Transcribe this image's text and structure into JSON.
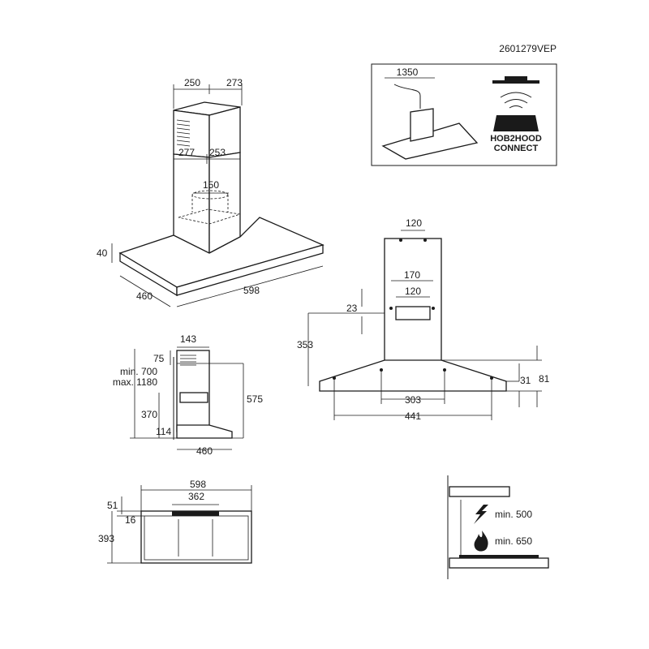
{
  "doc_code": "2601279VEP",
  "iso_view": {
    "chimney_w1": "250",
    "chimney_w2": "273",
    "chimney_d1": "277",
    "chimney_d2": "253",
    "duct": "150",
    "canopy_h": "40",
    "depth": "460",
    "width": "598"
  },
  "connect_box": {
    "cable": "1350",
    "badge_line1": "HOB2HOOD",
    "badge_line2": "CONNECT"
  },
  "side_view": {
    "top_w": "143",
    "top_h": "75",
    "range_min": "min. 700",
    "range_max": "max. 1180",
    "total": "575",
    "lower": "370",
    "bottom": "114",
    "depth": "460"
  },
  "front_view": {
    "top_w": "120",
    "bracket_outer": "170",
    "bracket_inner": "120",
    "offset": "23",
    "height": "353",
    "hole_span": "303",
    "width": "441",
    "edge": "31",
    "total": "81"
  },
  "bottom_view": {
    "width": "598",
    "filter": "362",
    "front": "51",
    "lip": "16",
    "depth": "393"
  },
  "clearance": {
    "electric": "min. 500",
    "gas": "min. 650"
  }
}
